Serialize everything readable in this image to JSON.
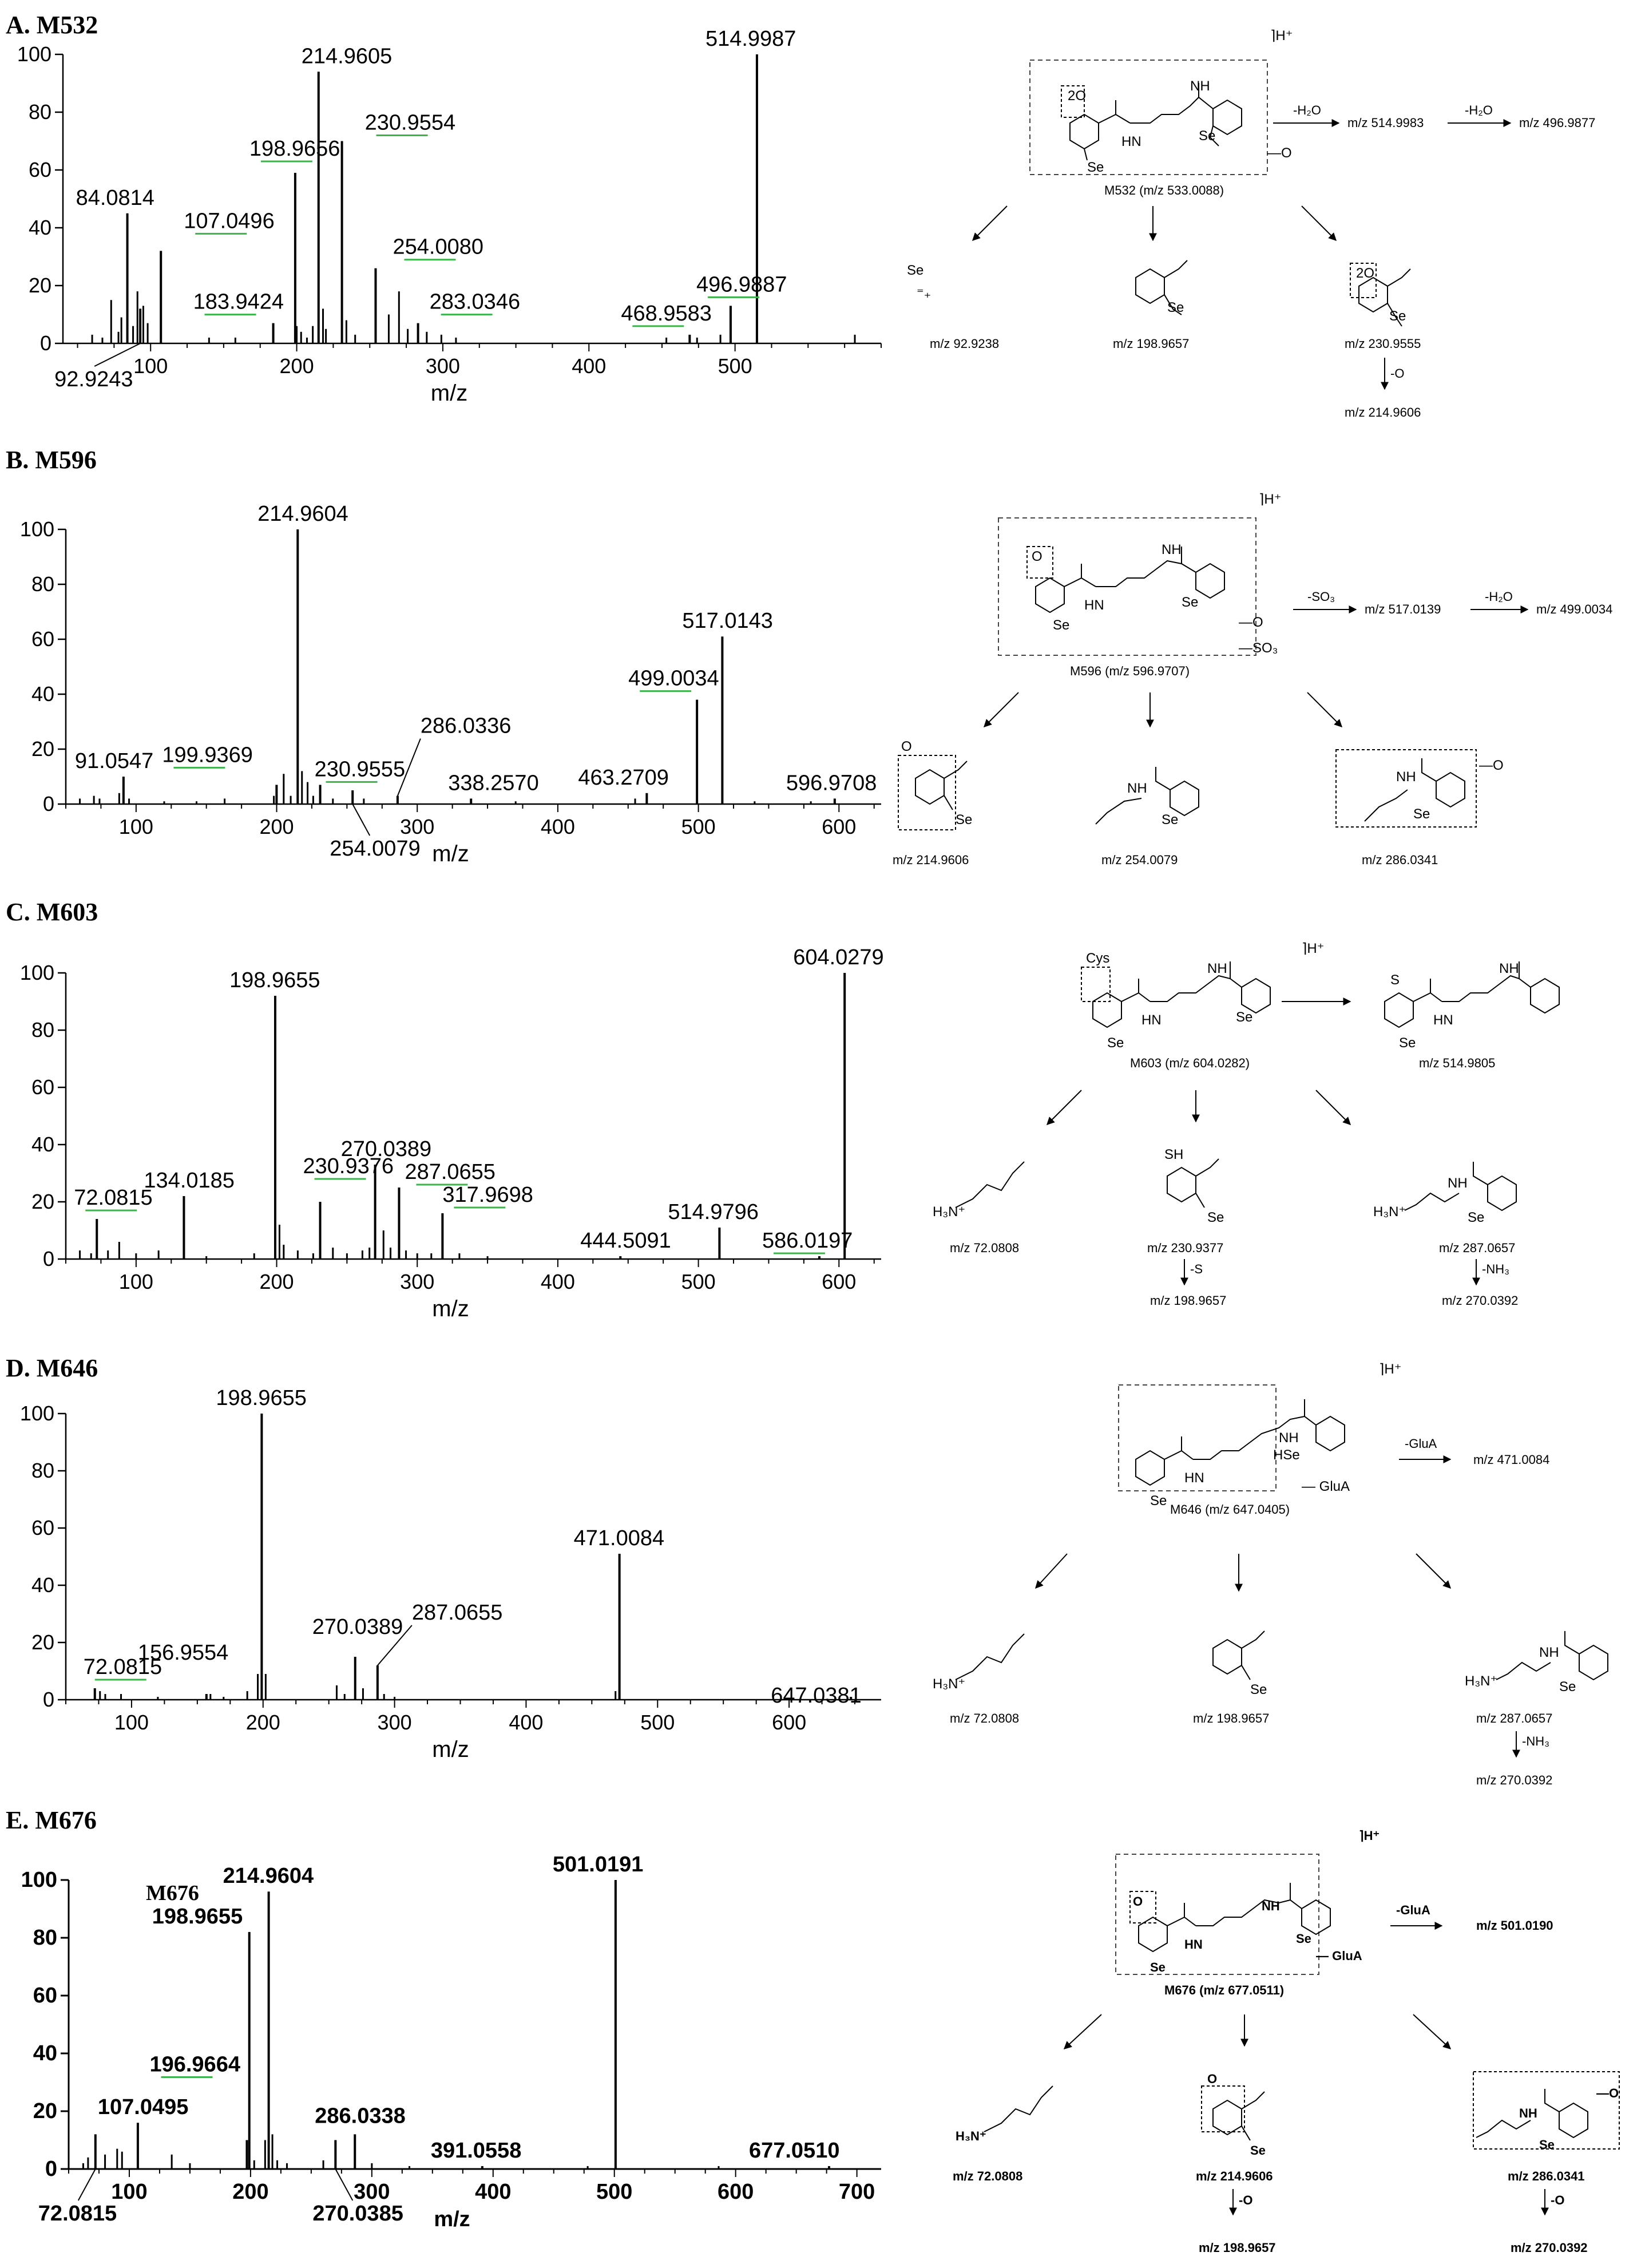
{
  "panels": [
    {
      "label": "A. M532"
    },
    {
      "label": "B. M596"
    },
    {
      "label": "C. M603"
    },
    {
      "label": "D. M646"
    },
    {
      "label": "E. M676"
    }
  ],
  "chart_data": [
    {
      "type": "bar",
      "title": "A. M532",
      "xlabel": "m/z",
      "ylabel": "",
      "xlim": [
        40,
        600
      ],
      "ylim": [
        0,
        100
      ],
      "xticks": [
        100,
        200,
        300,
        400,
        500
      ],
      "yticks": [
        0,
        20,
        40,
        60,
        80,
        100
      ],
      "labeled_peaks": [
        {
          "x": 514.9987,
          "y": 100,
          "label": "514.9987"
        },
        {
          "x": 214.9605,
          "y": 94,
          "label": "214.9605"
        },
        {
          "x": 230.9554,
          "y": 70,
          "label": "230.9554"
        },
        {
          "x": 198.9656,
          "y": 59,
          "label": "198.9656"
        },
        {
          "x": 84.0814,
          "y": 45,
          "label": "84.0814"
        },
        {
          "x": 107.0496,
          "y": 32,
          "label": "107.0496"
        },
        {
          "x": 254.008,
          "y": 26,
          "label": "254.0080"
        },
        {
          "x": 183.9424,
          "y": 7,
          "label": "183.9424"
        },
        {
          "x": 283.0346,
          "y": 7,
          "label": "283.0346"
        },
        {
          "x": 496.9887,
          "y": 13,
          "label": "496.9887"
        },
        {
          "x": 468.9583,
          "y": 3,
          "label": "468.9583"
        },
        {
          "x": 92.9243,
          "y": 12,
          "label": "92.9243"
        }
      ],
      "minor_peaks": [
        [
          60,
          3
        ],
        [
          67,
          2
        ],
        [
          73,
          15
        ],
        [
          78,
          4
        ],
        [
          80,
          9
        ],
        [
          88,
          6
        ],
        [
          91,
          18
        ],
        [
          95,
          13
        ],
        [
          98,
          7
        ],
        [
          140,
          2
        ],
        [
          158,
          2
        ],
        [
          200,
          6
        ],
        [
          203,
          4
        ],
        [
          207,
          2
        ],
        [
          211,
          6
        ],
        [
          218,
          12
        ],
        [
          220,
          5
        ],
        [
          234,
          8
        ],
        [
          240,
          3
        ],
        [
          263,
          10
        ],
        [
          270,
          18
        ],
        [
          276,
          5
        ],
        [
          289,
          4
        ],
        [
          299,
          3
        ],
        [
          309,
          2
        ],
        [
          453,
          2
        ],
        [
          474,
          2
        ],
        [
          490,
          3
        ],
        [
          582,
          3
        ]
      ]
    },
    {
      "type": "bar",
      "title": "B. M596",
      "xlabel": "m/z",
      "ylabel": "",
      "xlim": [
        50,
        630
      ],
      "ylim": [
        0,
        100
      ],
      "xticks": [
        100,
        200,
        300,
        400,
        500,
        600
      ],
      "yticks": [
        0,
        20,
        40,
        60,
        80,
        100
      ],
      "labeled_peaks": [
        {
          "x": 214.9604,
          "y": 100,
          "label": "214.9604"
        },
        {
          "x": 517.0143,
          "y": 61,
          "label": "517.0143"
        },
        {
          "x": 499.0034,
          "y": 38,
          "label": "499.0034"
        },
        {
          "x": 91.0547,
          "y": 10,
          "label": "91.0547"
        },
        {
          "x": 199.9369,
          "y": 7,
          "label": "199.9369"
        },
        {
          "x": 230.9555,
          "y": 7,
          "label": "230.9555"
        },
        {
          "x": 286.0336,
          "y": 3,
          "label": "286.0336"
        },
        {
          "x": 338.257,
          "y": 2,
          "label": "338.2570"
        },
        {
          "x": 463.2709,
          "y": 4,
          "label": "463.2709"
        },
        {
          "x": 596.9708,
          "y": 2,
          "label": "596.9708"
        },
        {
          "x": 254.0079,
          "y": 5,
          "label": "254.0079"
        }
      ],
      "minor_peaks": [
        [
          60,
          2
        ],
        [
          70,
          3
        ],
        [
          74,
          2
        ],
        [
          88,
          4
        ],
        [
          95,
          2
        ],
        [
          120,
          1
        ],
        [
          143,
          1
        ],
        [
          163,
          2
        ],
        [
          198,
          3
        ],
        [
          205,
          11
        ],
        [
          210,
          3
        ],
        [
          218,
          12
        ],
        [
          222,
          8
        ],
        [
          226,
          3
        ],
        [
          240,
          2
        ],
        [
          262,
          2
        ],
        [
          370,
          1
        ],
        [
          455,
          2
        ],
        [
          540,
          1
        ],
        [
          580,
          1
        ]
      ]
    },
    {
      "type": "bar",
      "title": "C. M603",
      "xlabel": "m/z",
      "ylabel": "",
      "xlim": [
        50,
        630
      ],
      "ylim": [
        0,
        100
      ],
      "xticks": [
        100,
        200,
        300,
        400,
        500,
        600
      ],
      "yticks": [
        0,
        20,
        40,
        60,
        80,
        100
      ],
      "labeled_peaks": [
        {
          "x": 604.0279,
          "y": 100,
          "label": "604.0279"
        },
        {
          "x": 198.9655,
          "y": 92,
          "label": "198.9655"
        },
        {
          "x": 270.0389,
          "y": 33,
          "label": "270.0389"
        },
        {
          "x": 230.9376,
          "y": 20,
          "label": "230.9376"
        },
        {
          "x": 287.0655,
          "y": 25,
          "label": "287.0655"
        },
        {
          "x": 134.0185,
          "y": 22,
          "label": "134.0185"
        },
        {
          "x": 72.0815,
          "y": 14,
          "label": "72.0815"
        },
        {
          "x": 317.9698,
          "y": 16,
          "label": "317.9698"
        },
        {
          "x": 514.9796,
          "y": 11,
          "label": "514.9796"
        },
        {
          "x": 586.0197,
          "y": 1,
          "label": "586.0197"
        },
        {
          "x": 444.5091,
          "y": 1,
          "label": "444.5091"
        }
      ],
      "minor_peaks": [
        [
          60,
          3
        ],
        [
          68,
          2
        ],
        [
          80,
          3
        ],
        [
          88,
          6
        ],
        [
          100,
          2
        ],
        [
          116,
          3
        ],
        [
          150,
          1
        ],
        [
          184,
          2
        ],
        [
          202,
          12
        ],
        [
          205,
          5
        ],
        [
          215,
          3
        ],
        [
          226,
          2
        ],
        [
          240,
          4
        ],
        [
          250,
          2
        ],
        [
          261,
          3
        ],
        [
          266,
          4
        ],
        [
          276,
          10
        ],
        [
          281,
          4
        ],
        [
          292,
          3
        ],
        [
          300,
          2
        ],
        [
          310,
          2
        ],
        [
          330,
          2
        ],
        [
          350,
          1
        ]
      ]
    },
    {
      "type": "bar",
      "title": "D. M646",
      "xlabel": "m/z",
      "ylabel": "",
      "xlim": [
        50,
        670
      ],
      "ylim": [
        0,
        100
      ],
      "xticks": [
        100,
        200,
        300,
        400,
        500,
        600
      ],
      "yticks": [
        0,
        20,
        40,
        60,
        80,
        100
      ],
      "labeled_peaks": [
        {
          "x": 198.9655,
          "y": 100,
          "label": "198.9655"
        },
        {
          "x": 471.0084,
          "y": 51,
          "label": "471.0084"
        },
        {
          "x": 270.0389,
          "y": 15,
          "label": "270.0389"
        },
        {
          "x": 287.0655,
          "y": 12,
          "label": "287.0655"
        },
        {
          "x": 156.9554,
          "y": 2,
          "label": "156.9554"
        },
        {
          "x": 72.0815,
          "y": 4,
          "label": "72.0815"
        },
        {
          "x": 647.0381,
          "y": 1,
          "label": "647.0381"
        }
      ],
      "minor_peaks": [
        [
          76,
          3
        ],
        [
          80,
          2
        ],
        [
          92,
          2
        ],
        [
          120,
          1
        ],
        [
          160,
          2
        ],
        [
          170,
          1
        ],
        [
          188,
          3
        ],
        [
          196,
          9
        ],
        [
          202,
          9
        ],
        [
          256,
          5
        ],
        [
          262,
          2
        ],
        [
          276,
          4
        ],
        [
          292,
          2
        ],
        [
          300,
          1
        ],
        [
          468,
          3
        ]
      ]
    },
    {
      "type": "bar",
      "title": "E. M676",
      "xlabel": "m/z",
      "ylabel": "",
      "xlim": [
        50,
        720
      ],
      "ylim": [
        0,
        100
      ],
      "xticks": [
        100,
        200,
        300,
        400,
        500,
        600,
        700
      ],
      "yticks": [
        0,
        20,
        40,
        60,
        80,
        100
      ],
      "inset_label": "M676",
      "labeled_peaks": [
        {
          "x": 501.0191,
          "y": 100,
          "label": "501.0191"
        },
        {
          "x": 214.9604,
          "y": 96,
          "label": "214.9604"
        },
        {
          "x": 198.9655,
          "y": 82,
          "label": "198.9655"
        },
        {
          "x": 196.9664,
          "y": 10,
          "label": "196.9664"
        },
        {
          "x": 107.0495,
          "y": 16,
          "label": "107.0495"
        },
        {
          "x": 286.0338,
          "y": 12,
          "label": "286.0338"
        },
        {
          "x": 391.0558,
          "y": 1,
          "label": "391.0558"
        },
        {
          "x": 677.051,
          "y": 1,
          "label": "677.0510"
        },
        {
          "x": 72.0815,
          "y": 12,
          "label": "72.0815"
        },
        {
          "x": 270.0385,
          "y": 10,
          "label": "270.0385"
        }
      ],
      "minor_peaks": [
        [
          62,
          2
        ],
        [
          66,
          4
        ],
        [
          80,
          5
        ],
        [
          90,
          7
        ],
        [
          94,
          6
        ],
        [
          135,
          5
        ],
        [
          150,
          2
        ],
        [
          203,
          3
        ],
        [
          212,
          10
        ],
        [
          218,
          12
        ],
        [
          222,
          3
        ],
        [
          230,
          2
        ],
        [
          260,
          3
        ],
        [
          300,
          2
        ],
        [
          331,
          1
        ],
        [
          478,
          1
        ],
        [
          586,
          1
        ]
      ]
    }
  ],
  "schemes": {
    "a": {
      "parent": "M532 (m/z 533.0088)",
      "loss1": "-H₂O",
      "prod1": "m/z 514.9983",
      "loss2": "-H₂O",
      "prod2": "m/z 496.9877",
      "f1": "m/z 92.9238",
      "f2": "m/z 198.9657",
      "f3": "m/z 230.9555",
      "loss3": "-O",
      "f4": "m/z 214.9606"
    },
    "b": {
      "parent": "M596 (m/z 596.9707)",
      "loss1": "-SO₃",
      "prod1": "m/z 517.0139",
      "loss2": "-H₂O",
      "prod2": "m/z 499.0034",
      "f1": "m/z 214.9606",
      "f2": "m/z 254.0079",
      "f3": "m/z 286.0341"
    },
    "c": {
      "parent": "M603 (m/z 604.0282)",
      "prod1": "m/z 514.9805",
      "f1": "m/z 72.0808",
      "f2": "m/z 230.9377",
      "loss2": "-S",
      "f2b": "m/z 198.9657",
      "f3": "m/z 287.0657",
      "loss3": "-NH₃",
      "f3b": "m/z 270.0392"
    },
    "d": {
      "parent": "M646 (m/z 647.0405)",
      "loss1": "-GluA",
      "prod1": "m/z 471.0084",
      "f1": "m/z 72.0808",
      "f2": "m/z 198.9657",
      "f3": "m/z 287.0657",
      "loss3": "-NH₃",
      "f3b": "m/z 270.0392"
    },
    "e": {
      "parent": "M676 (m/z 677.0511)",
      "loss1": "-GluA",
      "prod1": "m/z 501.0190",
      "f1": "m/z 72.0808",
      "f2": "m/z 214.9606",
      "loss2": "-O",
      "f2b": "m/z 198.9657",
      "f3": "m/z 286.0341",
      "loss3": "-O",
      "f3b": "m/z 270.0392"
    }
  },
  "colors": {
    "peak": "#000000",
    "leader": "#3cb44b",
    "dashed": "#444444"
  }
}
